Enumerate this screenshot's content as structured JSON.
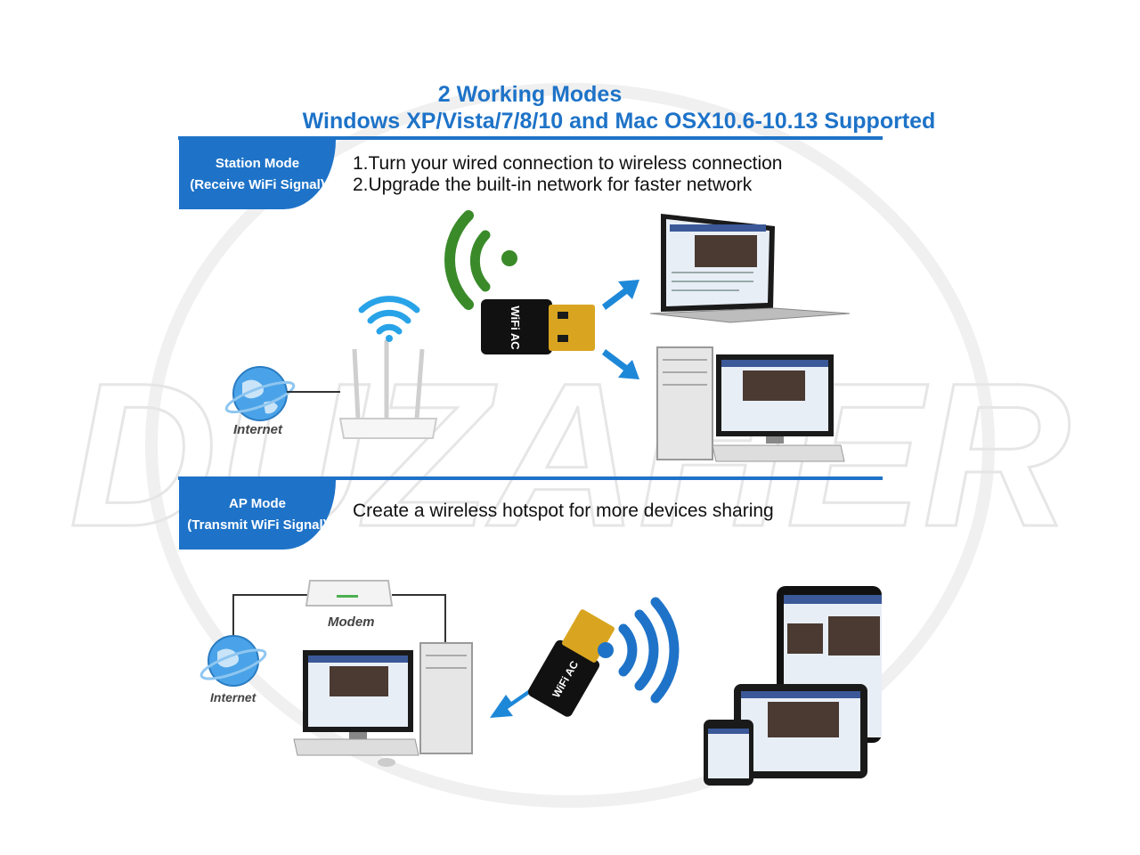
{
  "header": {
    "title": "2 Working Modes",
    "subtitle": "Windows XP/Vista/7/8/10 and Mac OSX10.6-10.13 Supported"
  },
  "station": {
    "tab_line1": "Station Mode",
    "tab_line2": "(Receive WiFi Signal)",
    "desc_line1": "1.Turn your wired connection to wireless connection",
    "desc_line2": "2.Upgrade the built-in network for faster network",
    "internet_label": "Internet",
    "adapter_label": "WiFi AC"
  },
  "ap": {
    "tab_line1": "AP Mode",
    "tab_line2": "(Transmit WiFi Signal)",
    "desc": "Create a wireless hotspot for more devices sharing",
    "modem_label": "Modem",
    "internet_label": "Internet",
    "adapter_label": "WiFi AC"
  },
  "colors": {
    "brand_blue": "#1e73c8",
    "signal_green": "#3a8a2a",
    "arrow_blue": "#1e88d8",
    "adapter_gold": "#d9a520"
  },
  "watermark": "DUZAHER"
}
